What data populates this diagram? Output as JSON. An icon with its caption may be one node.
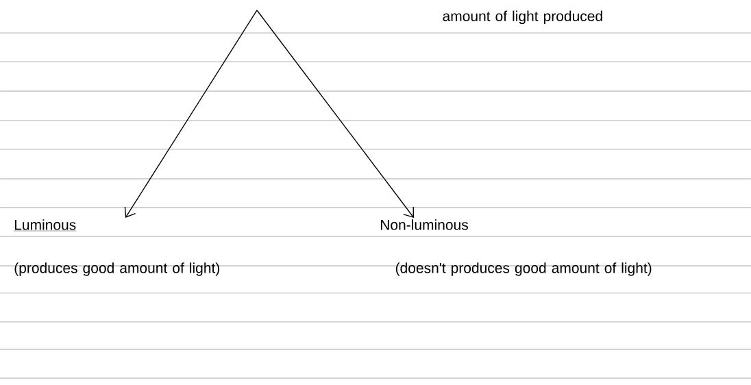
{
  "diagram": {
    "nodes": [
      {
        "text": [
          "Luminous",
          "(produces good amount of light)"
        ]
      },
      {
        "text": [
          "Non-luminous",
          "(doesn't produces good amount of light)"
        ]
      }
    ],
    "edges": [
      {
        "from": null,
        "to": 0,
        "arrow": "to"
      },
      {
        "from": null,
        "to": 1,
        "arrow": "to"
      }
    ],
    "labels": [
      "amount of light produced"
    ]
  }
}
